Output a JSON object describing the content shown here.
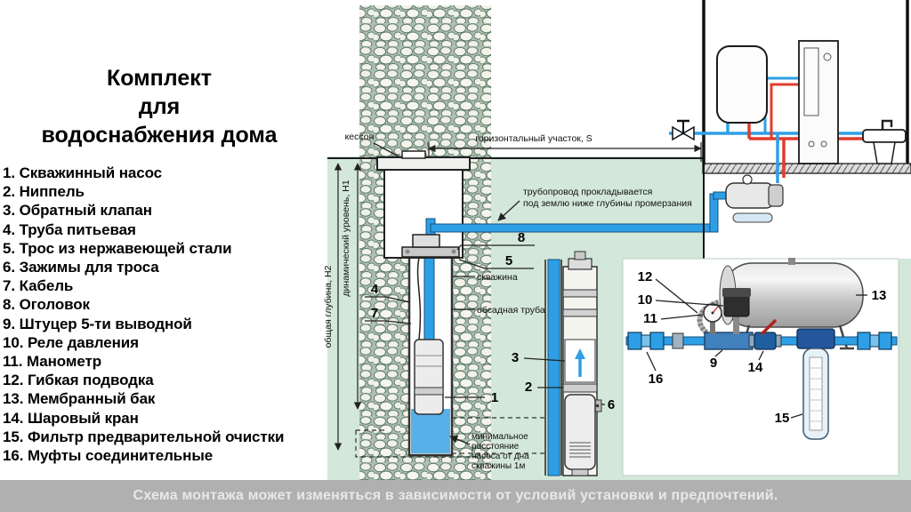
{
  "title": "Комплект\nдля\nводоснабжения дома",
  "legend": {
    "items": [
      "1. Скважинный насос",
      "2. Ниппель",
      "3. Обратный клапан",
      "4. Труба питьевая",
      "5. Трос из нержавеющей стали",
      "6. Зажимы для троса",
      "7. Кабель",
      "8. Оголовок",
      "9. Штуцер 5-ти выводной",
      "10. Реле давления",
      "11. Манометр",
      "12. Гибкая подводка",
      "13. Мембранный бак",
      "14. Шаровый кран",
      "15. Фильтр предварительной очистки",
      "16. Муфты соединительные"
    ]
  },
  "diagram": {
    "labels": {
      "kesson": "кессон",
      "horizontal_section": "горизонтальный участок, S",
      "pipeline_line1": "трубопровод прокладывается",
      "pipeline_line2": "под землю ниже глубины промерзания",
      "total_depth": "общая глубина, Н2",
      "dynamic_level": "динамический уровень, Н1",
      "well": "скважина",
      "casing_pipe": "обсадная труба",
      "min_distance_line1": "минимальное",
      "min_distance_line2": "расстояние",
      "min_distance_line3": "насоса от дна",
      "min_distance_line4": "скважины 1м"
    },
    "callouts": {
      "c1": "1",
      "c2": "2",
      "c3": "3",
      "c4": "4",
      "c5": "5",
      "c6": "6",
      "c7": "7",
      "c8": "8",
      "c9": "9",
      "c10": "10",
      "c11": "11",
      "c12": "12",
      "c13": "13",
      "c14": "14",
      "c15": "15",
      "c16": "16"
    },
    "colors": {
      "ground": "#d3e7da",
      "cold_pipe": "#2e9fe6",
      "hot_pipe": "#e23b2e",
      "footer_bg": "#b0b0b0",
      "footer_text": "#e8e8e8"
    }
  },
  "footer": "Схема монтажа может изменяться в зависимости от условий установки и предпочтений."
}
